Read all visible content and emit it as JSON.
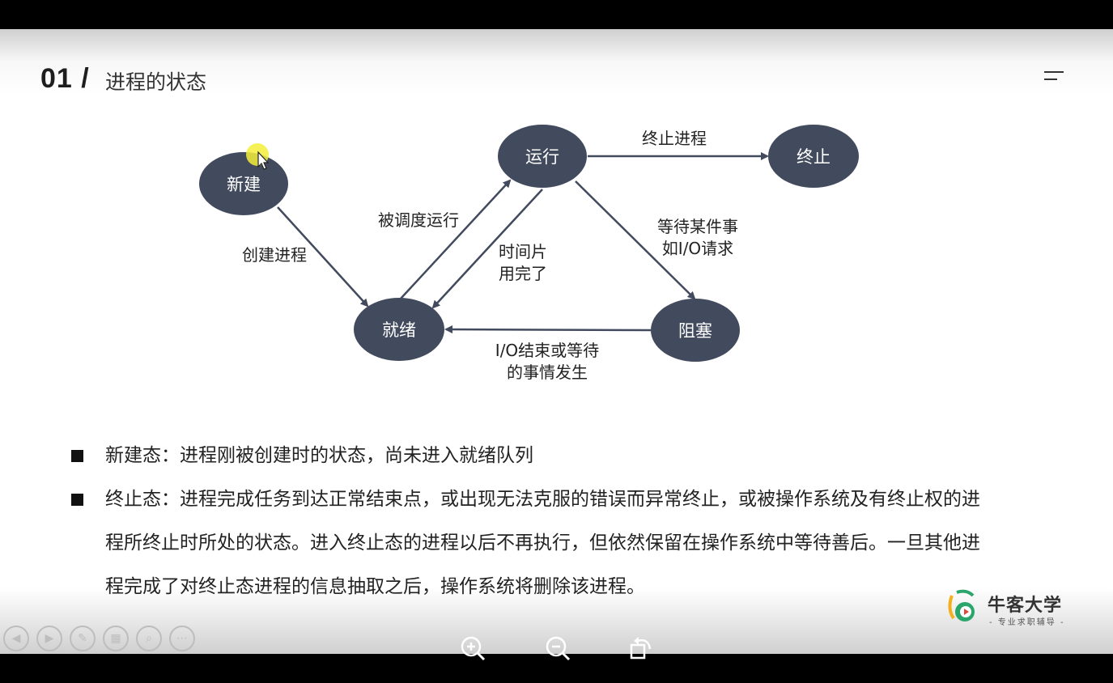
{
  "header": {
    "section_number": "01 /",
    "section_title": "进程的状态"
  },
  "diagram": {
    "nodes": {
      "new": "新建",
      "ready": "就绪",
      "running": "运行",
      "blocked": "阻塞",
      "terminated": "终止"
    },
    "edges": {
      "create": "创建进程",
      "schedule": "被调度运行",
      "timeslice_line1": "时间片",
      "timeslice_line2": "用完了",
      "terminate": "终止进程",
      "wait_line1": "等待某件事",
      "wait_line2": "如I/O请求",
      "io_done_line1": "I/O结束或等待",
      "io_done_line2": "的事情发生"
    },
    "node_color": "#424a5e",
    "cursor_highlight": "#f3ef3a"
  },
  "bullets": [
    {
      "text": "新建态：进程刚被创建时的状态，尚未进入就绪队列"
    },
    {
      "text": "终止态：进程完成任务到达正常结束点，或出现无法克服的错误而异常终止，或被操作系统及有终止权的进程所终止时所处的状态。进入终止态的进程以后不再执行，但依然保留在操作系统中等待善后。一旦其他进程完成了对终止态进程的信息抽取之后，操作系统将删除该进程。"
    }
  ],
  "logo": {
    "name": "牛客大学",
    "tagline": "- 专业求职辅导 -"
  },
  "slideshow_controls": [
    "prev-icon",
    "next-icon",
    "pen-icon",
    "slides-icon",
    "zoom-icon",
    "more-icon"
  ],
  "viewer_controls": [
    "zoom-in-icon",
    "zoom-out-icon",
    "rotate-icon"
  ]
}
